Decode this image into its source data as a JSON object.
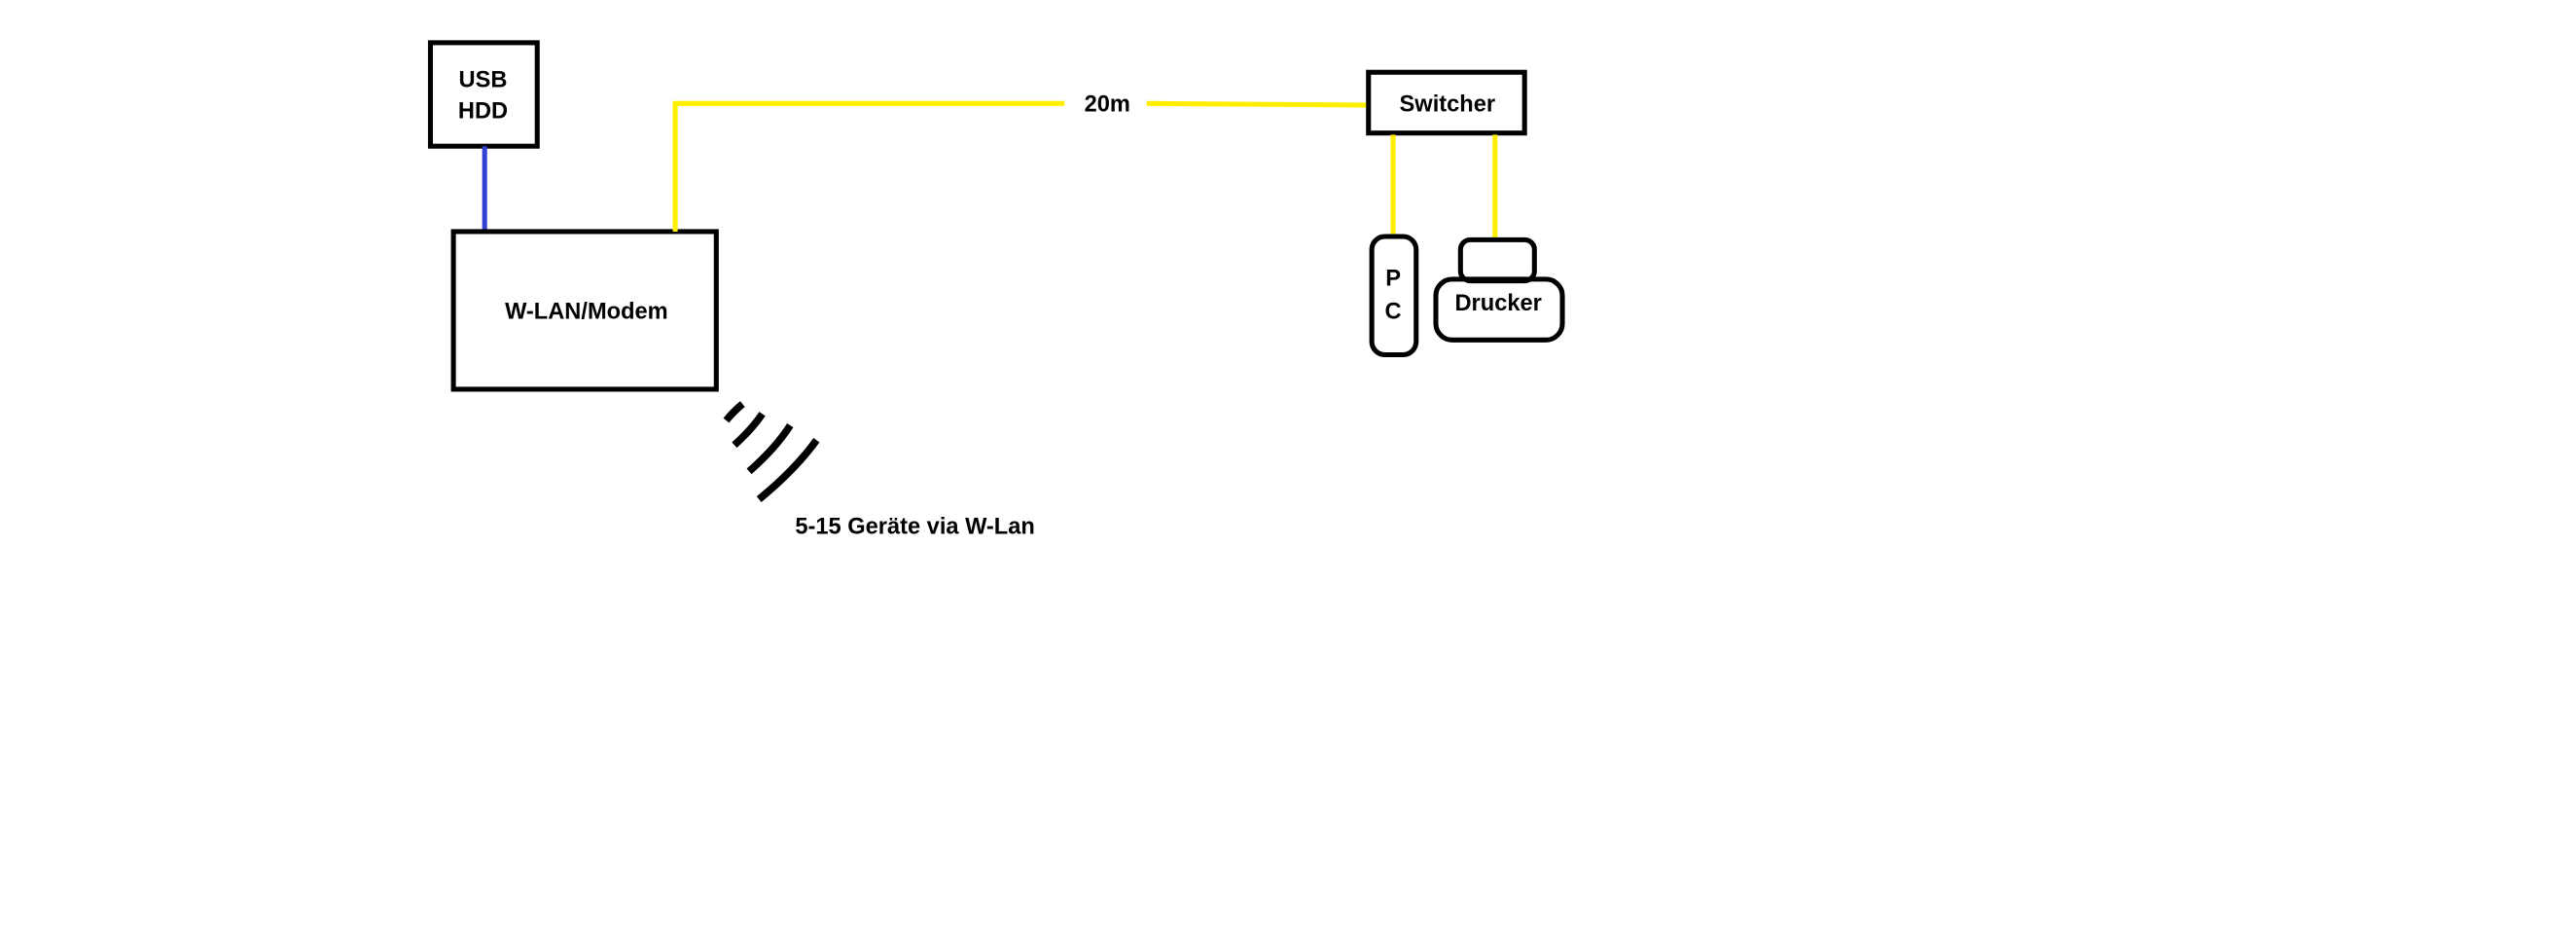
{
  "nodes": {
    "usb_hdd": {
      "line1": "USB",
      "line2": "HDD"
    },
    "modem": {
      "label": "W-LAN/Modem"
    },
    "switcher": {
      "label": "Switcher"
    },
    "pc": {
      "line1": "P",
      "line2": "C"
    },
    "printer": {
      "label": "Drucker"
    }
  },
  "edges": {
    "modem_switch_length": "20m"
  },
  "wireless": {
    "label": "5-15 Geräte via W-Lan"
  },
  "colors": {
    "ethernet": "#ffee00",
    "usb": "#3040d0",
    "outline": "#000000"
  }
}
